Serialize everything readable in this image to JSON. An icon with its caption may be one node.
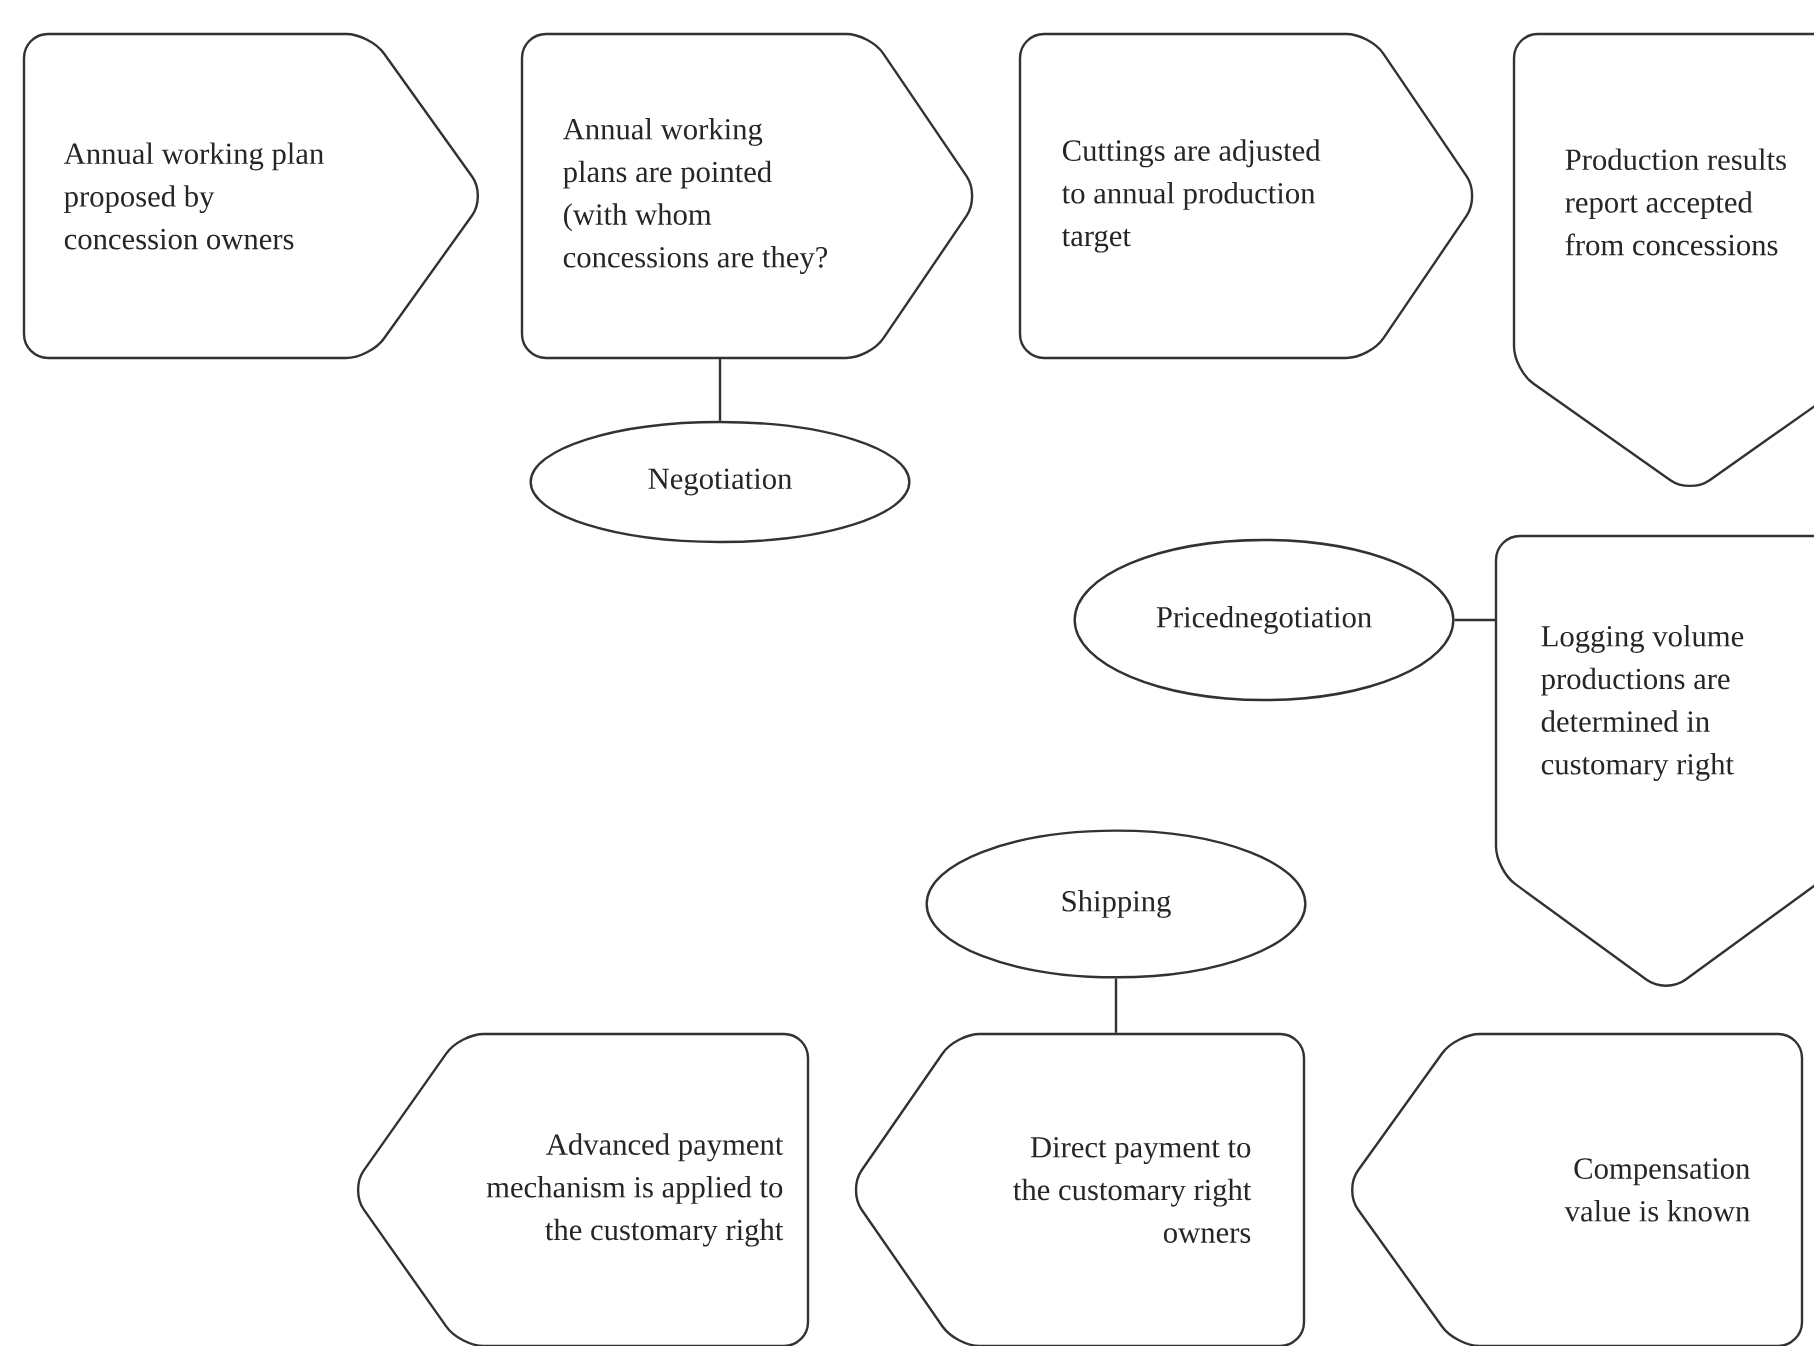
{
  "diagram": {
    "nodes": [
      {
        "text": [
          "Annual working plan proposed by concession owners"
        ]
      },
      {
        "text": [
          "Annual working plans are pointed (with whom concessions are they?"
        ]
      },
      {
        "text": [
          "Cuttings are adjusted to annual production target"
        ]
      },
      {
        "text": [
          "Production results report accepted from concessions"
        ]
      },
      {
        "text": [
          "Negotiation"
        ]
      },
      {
        "text": [
          "Pricednegotiation"
        ]
      },
      {
        "text": [
          "Logging volume productions are determined in customary right"
        ]
      },
      {
        "text": [
          "Shipping"
        ]
      },
      {
        "text": [
          "Advanced payment mechanism is applied to the customary right"
        ]
      },
      {
        "text": [
          "Direct payment to the customary right owners"
        ]
      },
      {
        "text": [
          "Compensation value is known"
        ]
      }
    ],
    "edges": [
      {
        "from": 1,
        "to": 4,
        "arrow": "none"
      },
      {
        "from": 5,
        "to": 6,
        "arrow": "none"
      },
      {
        "from": 7,
        "to": 9,
        "arrow": "none"
      }
    ]
  }
}
